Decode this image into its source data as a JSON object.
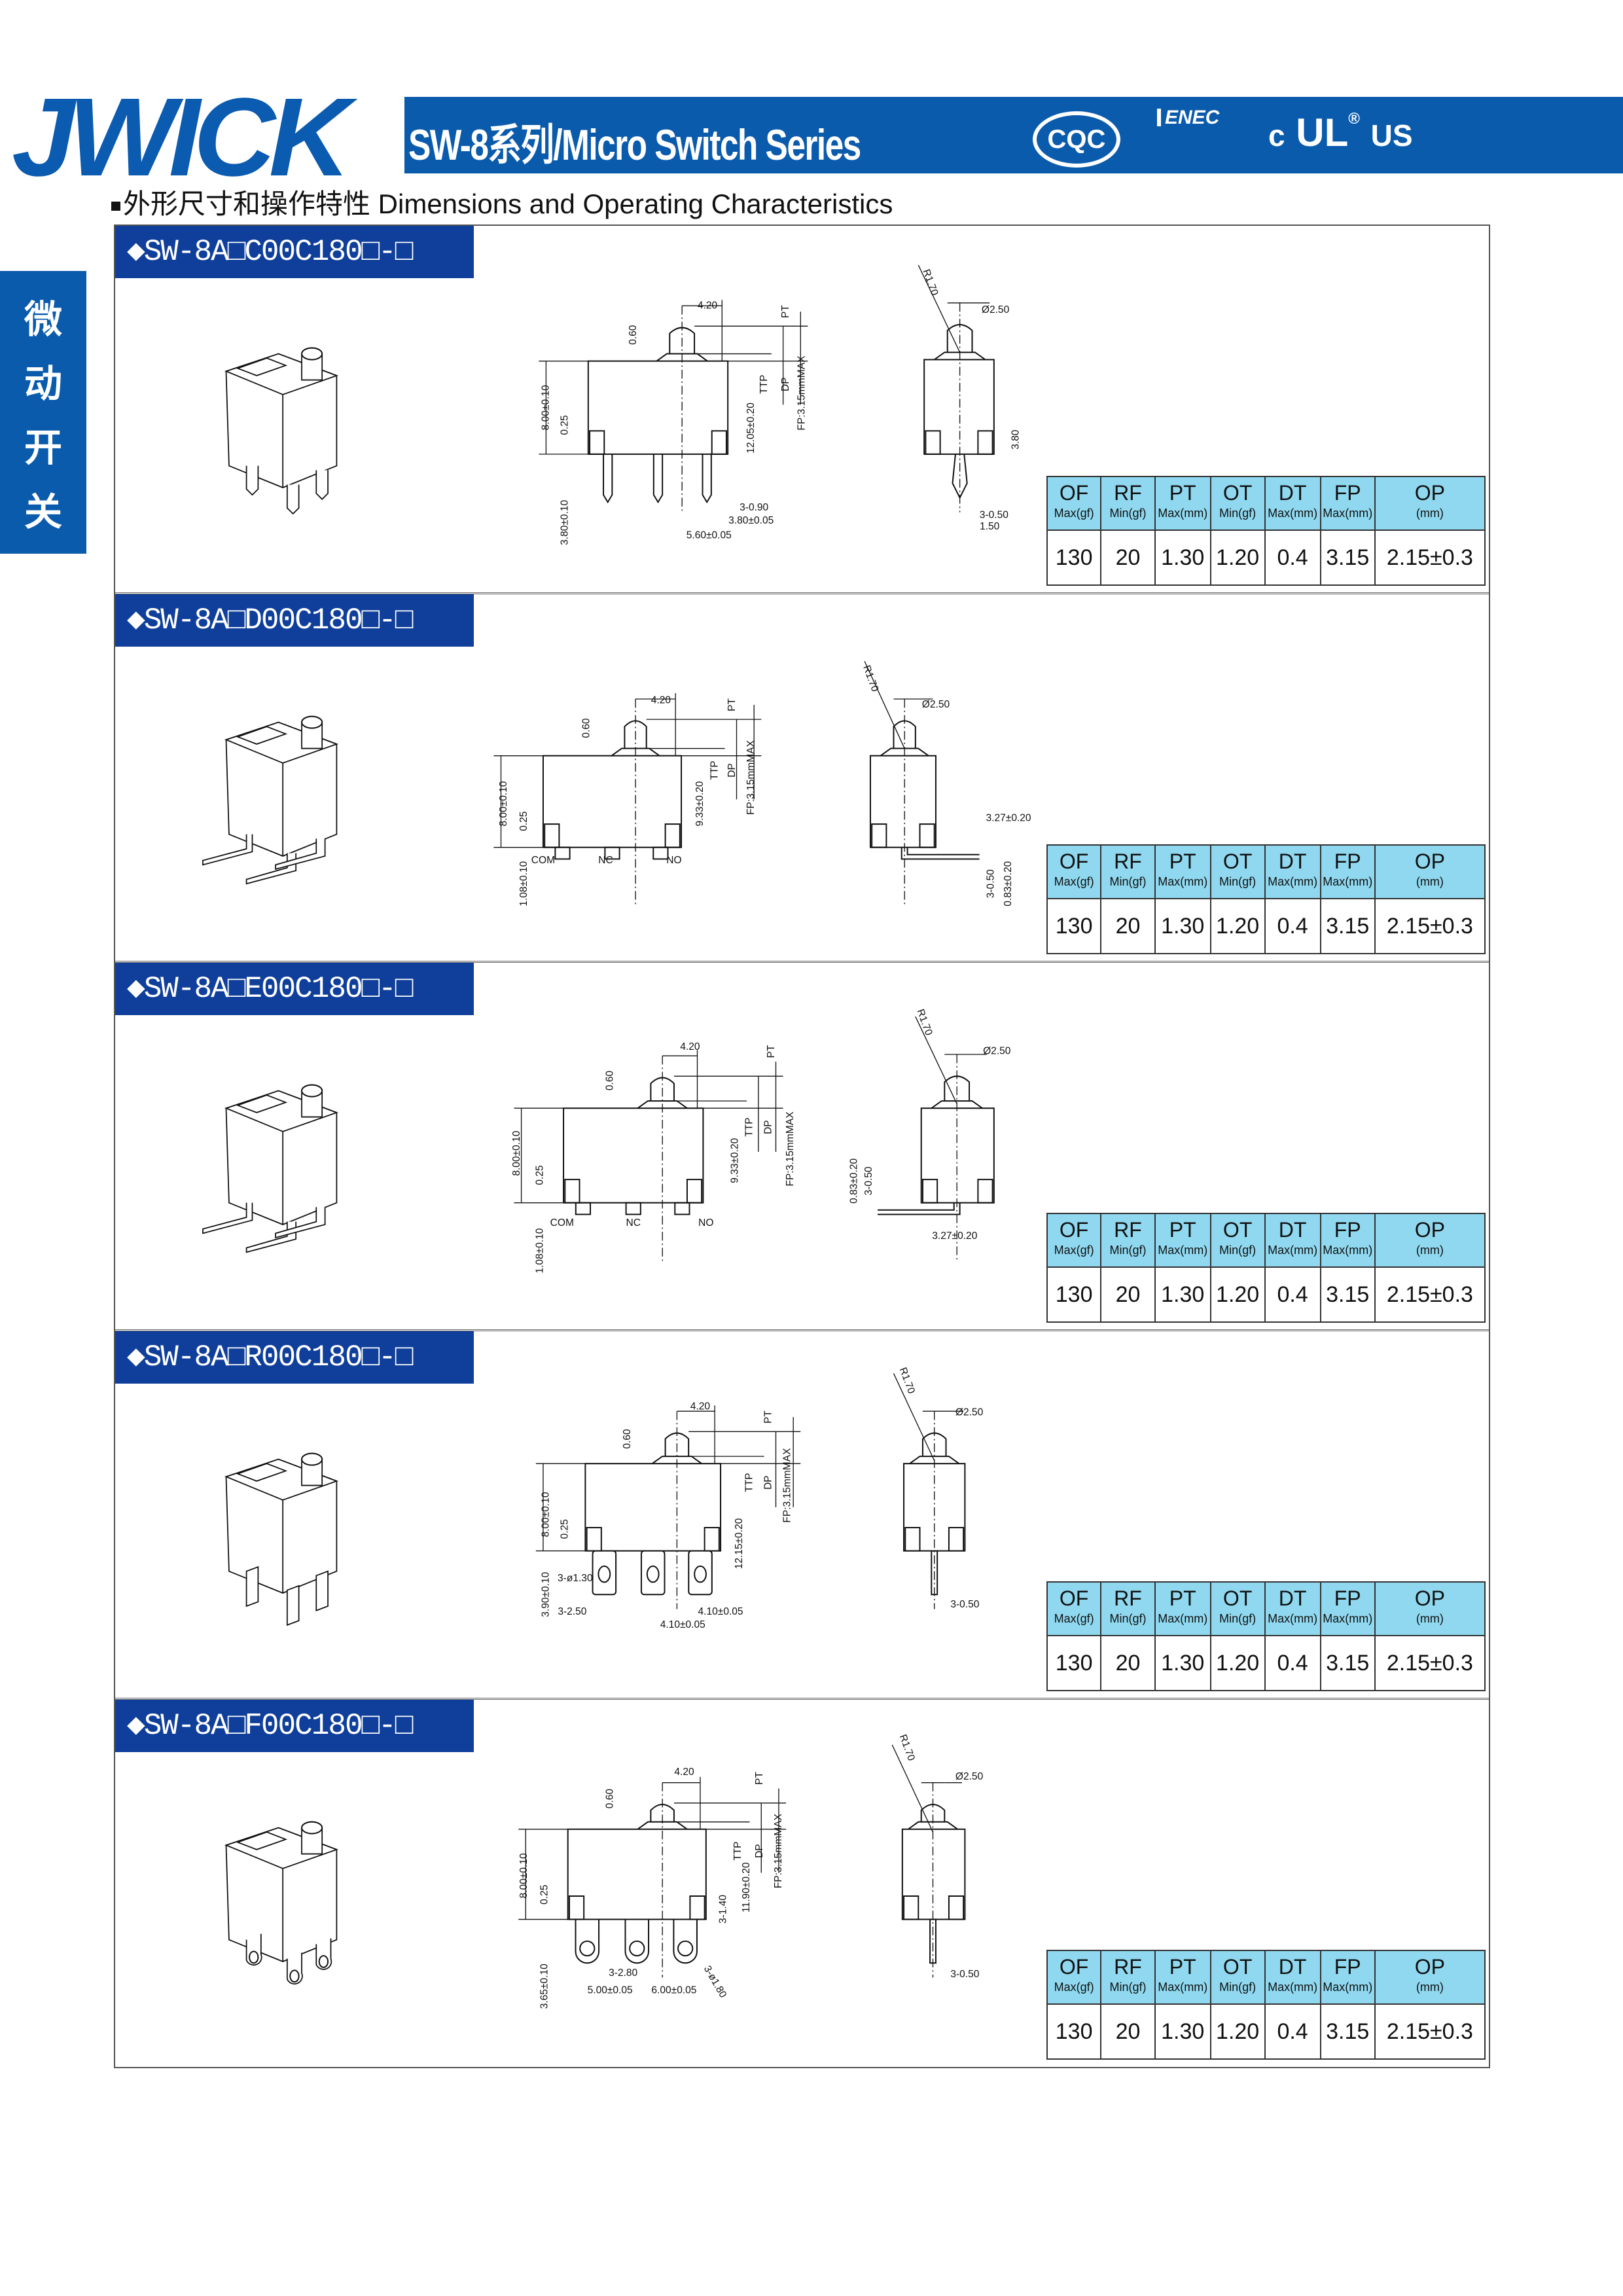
{
  "header": {
    "logo": "JWICK",
    "title": "SW-8系列/Micro Switch Series",
    "certifications": {
      "cqc": "CQC",
      "enec": "ENEC",
      "ul_c": "c",
      "ul_mark": "UL",
      "ul_r": "®",
      "ul_us": "US"
    },
    "subtitle": "外形尺寸和操作特性 Dimensions and Operating Characteristics"
  },
  "side_tab": [
    "微",
    "动",
    "开",
    "关"
  ],
  "colors": {
    "brand_blue": "#0b5bad",
    "tag_blue": "#0f3f9a",
    "table_header": "#8fd8ef"
  },
  "table_headers": [
    {
      "name": "OF",
      "unit": "Max(gf)"
    },
    {
      "name": "RF",
      "unit": "Min(gf)"
    },
    {
      "name": "PT",
      "unit": "Max(mm)"
    },
    {
      "name": "OT",
      "unit": "Min(gf)"
    },
    {
      "name": "DT",
      "unit": "Max(mm)"
    },
    {
      "name": "FP",
      "unit": "Max(mm)"
    },
    {
      "name": "OP",
      "unit": "(mm)"
    }
  ],
  "sections": [
    {
      "model": "◆SW-8A□C00C180□-□",
      "values": [
        "130",
        "20",
        "1.30",
        "1.20",
        "0.4",
        "3.15",
        "2.15±0.3"
      ],
      "front_labels": [
        "4.20",
        "0.60",
        "PT",
        "TTP",
        "DP",
        "FP:3.15mmMAX",
        "8.00±0.10",
        "0.25",
        "12.05±0.20",
        "3.80±0.10",
        "3-0.90",
        "3.80±0.05",
        "5.60±0.05"
      ],
      "side_labels": [
        "R1.70",
        "Ø2.50",
        "3.80",
        "3-0.50",
        "1.50"
      ]
    },
    {
      "model": "◆SW-8A□D00C180□-□",
      "values": [
        "130",
        "20",
        "1.30",
        "1.20",
        "0.4",
        "3.15",
        "2.15±0.3"
      ],
      "front_labels": [
        "4.20",
        "0.60",
        "PT",
        "TTP",
        "DP",
        "FP:3.15mmMAX",
        "8.00±0.10",
        "0.25",
        "9.33±0.20",
        "1.08±0.10",
        "COM",
        "NC",
        "NO"
      ],
      "side_labels": [
        "R1.70",
        "Ø2.50",
        "3.27±0.20",
        "3-0.50",
        "0.83±0.20"
      ]
    },
    {
      "model": "◆SW-8A□E00C180□-□",
      "values": [
        "130",
        "20",
        "1.30",
        "1.20",
        "0.4",
        "3.15",
        "2.15±0.3"
      ],
      "front_labels": [
        "4.20",
        "0.60",
        "PT",
        "TTP",
        "DP",
        "FP:3.15mmMAX",
        "8.00±0.10",
        "0.25",
        "9.33±0.20",
        "1.08±0.10",
        "COM",
        "NC",
        "NO"
      ],
      "side_labels": [
        "R1.70",
        "Ø2.50",
        "0.83±0.20",
        "3-0.50",
        "3.27±0.20"
      ]
    },
    {
      "model": "◆SW-8A□R00C180□-□",
      "values": [
        "130",
        "20",
        "1.30",
        "1.20",
        "0.4",
        "3.15",
        "2.15±0.3"
      ],
      "front_labels": [
        "4.20",
        "0.60",
        "PT",
        "TTP",
        "DP",
        "FP:3.15mmMAX",
        "8.00±0.10",
        "0.25",
        "12.15±0.20",
        "3-ø1.30",
        "3.90±0.10",
        "3-2.50",
        "4.10±0.05",
        "4.10±0.05"
      ],
      "side_labels": [
        "R1.70",
        "Ø2.50",
        "3-0.50"
      ]
    },
    {
      "model": "◆SW-8A□F00C180□-□",
      "values": [
        "130",
        "20",
        "1.30",
        "1.20",
        "0.4",
        "3.15",
        "2.15±0.3"
      ],
      "front_labels": [
        "4.20",
        "0.60",
        "PT",
        "TTP",
        "DP",
        "FP:3.15mmMAX",
        "8.00±0.10",
        "0.25",
        "11.90±0.20",
        "3-1.40",
        "3-2.80",
        "5.00±0.05",
        "6.00±0.05",
        "3-ø1.80",
        "3.65±0.10"
      ],
      "side_labels": [
        "R1.70",
        "Ø2.50",
        "3-0.50"
      ]
    }
  ]
}
